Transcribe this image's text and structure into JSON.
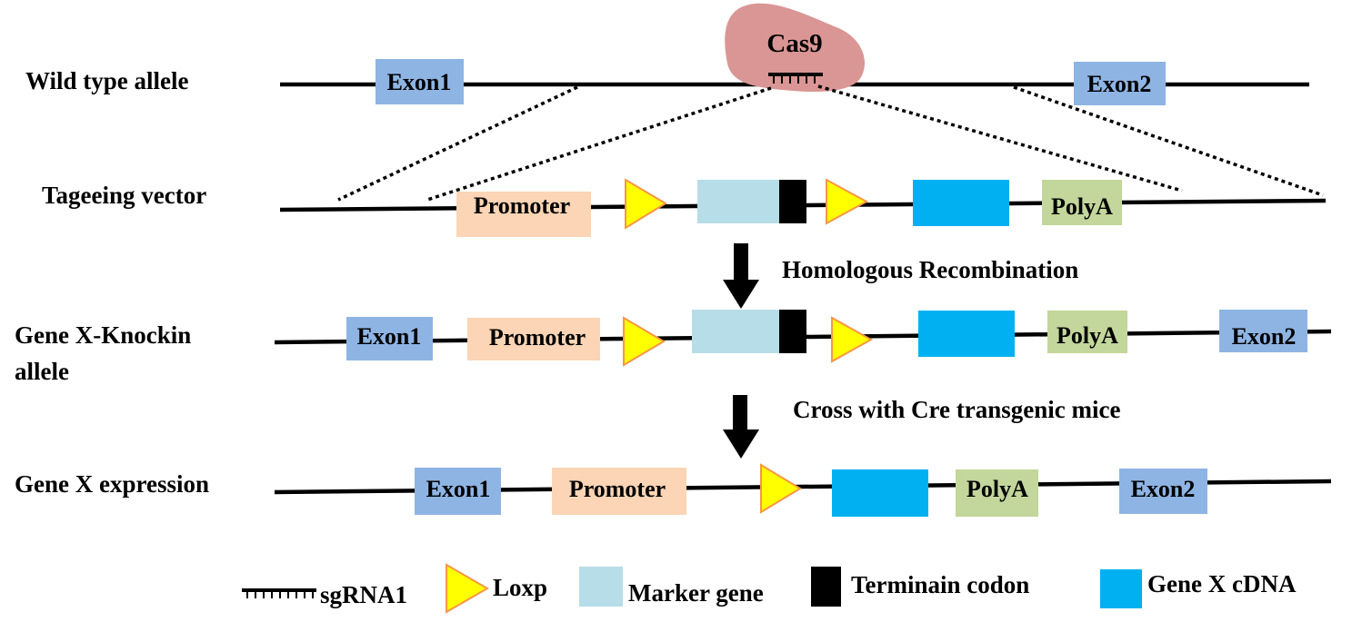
{
  "rows": {
    "wild_type": "Wild type allele",
    "targeting_vector": "Tageeing  vector",
    "knockin_line1": "Gene X-Knockin",
    "knockin_line2": "allele",
    "expression": "Gene X expression"
  },
  "features": {
    "exon1": "Exon1",
    "exon2": "Exon2",
    "promoter": "Promoter",
    "polya": "PolyA",
    "cas9": "Cas9"
  },
  "steps": {
    "homologous": "Homologous Recombination",
    "cross": "Cross with Cre transgenic mice"
  },
  "legend": {
    "sgrna": "sgRNA1",
    "loxp": "Loxp",
    "marker": "Marker gene",
    "terminator": "Terminain codon",
    "cdna": "Gene X cDNA"
  },
  "colors": {
    "exon": "#8EB4E3",
    "promoter": "#FBD5B5",
    "loxp_fill": "#FFFF00",
    "loxp_stroke": "#F79646",
    "marker": "#B7DDE8",
    "terminator": "#000000",
    "cdna": "#00B0F0",
    "polya": "#C3D69B",
    "cas9": "#D99694"
  }
}
